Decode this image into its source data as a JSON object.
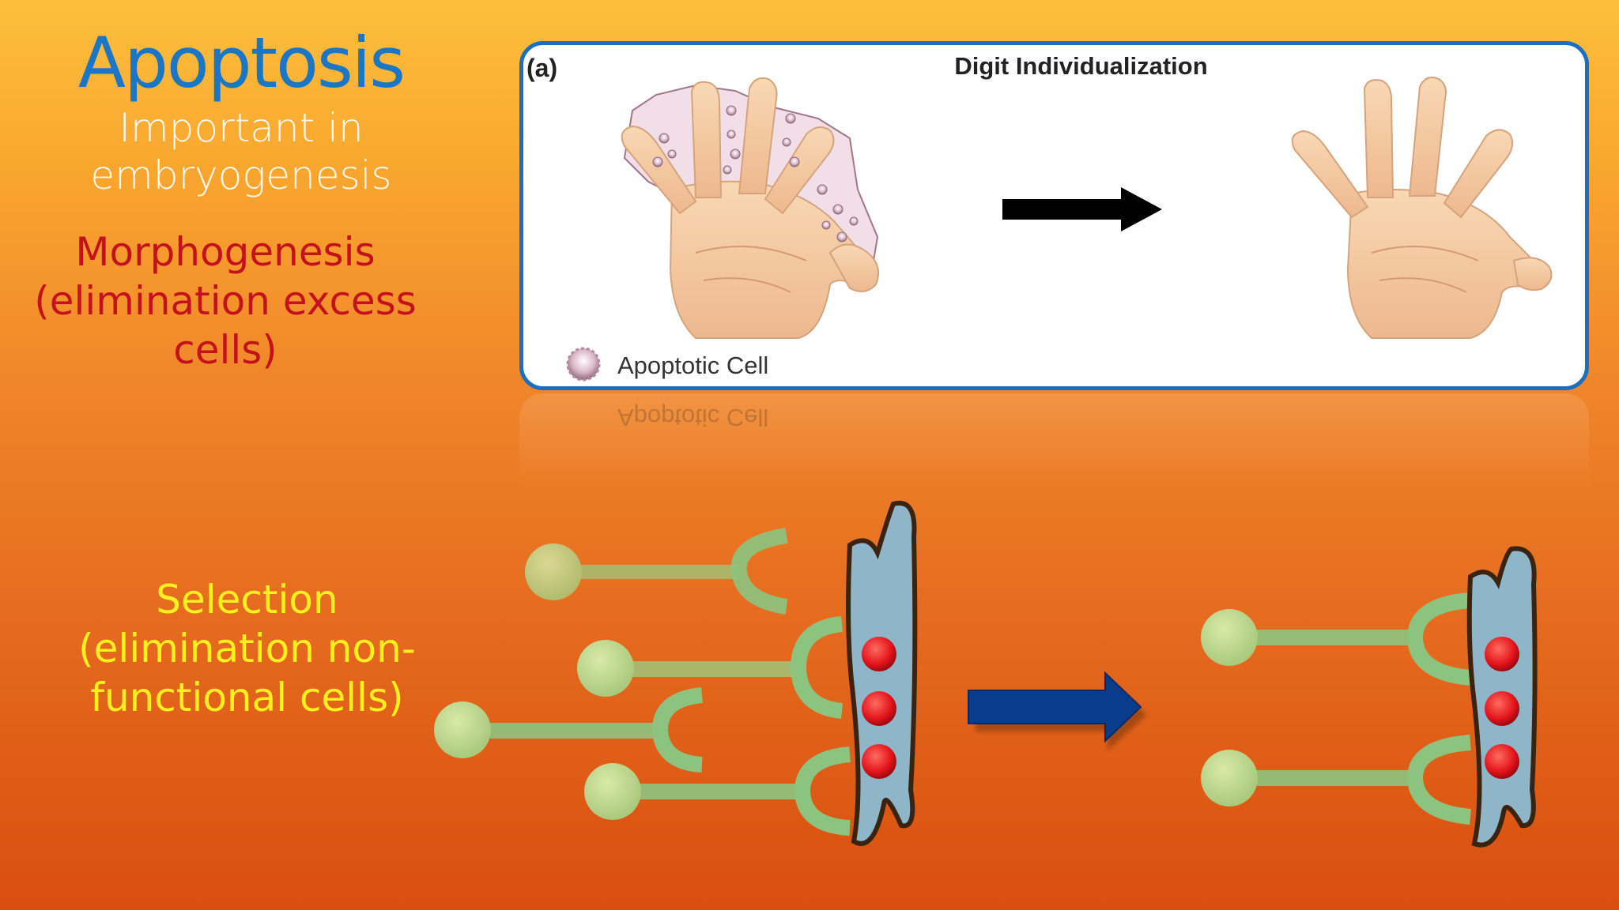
{
  "slide": {
    "title": "Apoptosis",
    "subtitle_line1": "Important in",
    "subtitle_line2": "embryogenesis",
    "morph_line1": "Morphogenesis",
    "morph_line2": "(elimination excess cells)",
    "sel_line1": "Selection",
    "sel_line2": "(elimination non-",
    "sel_line3": "functional cells)"
  },
  "figure": {
    "label": "(a)",
    "title": "Digit Individualization",
    "legend": "Apoptotic Cell"
  },
  "colors": {
    "title": "#1b76c6",
    "morph": "#c4121c",
    "selection": "#fff01f",
    "panel_border": "#1a6fc0",
    "cell_membrane": "#8fb5c9",
    "nucleus_dot": "#e3131b",
    "receptor": "#8cc47f",
    "process_arrow": "#0a3c8c"
  }
}
